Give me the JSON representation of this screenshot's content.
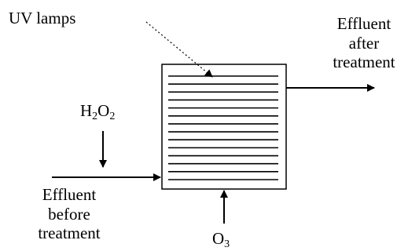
{
  "labels": {
    "uv_lamps": "UV lamps",
    "effluent_after": [
      "Effluent",
      "after",
      "treatment"
    ],
    "effluent_before": [
      "Effluent",
      "before",
      "treatment"
    ],
    "h2o2": {
      "h1": "H",
      "s1": "2",
      "o1": "O",
      "s2": "2"
    },
    "o3": {
      "o": "O",
      "s": "3"
    }
  },
  "reactor": {
    "lamp_count": 14,
    "line_color": "#000000"
  }
}
